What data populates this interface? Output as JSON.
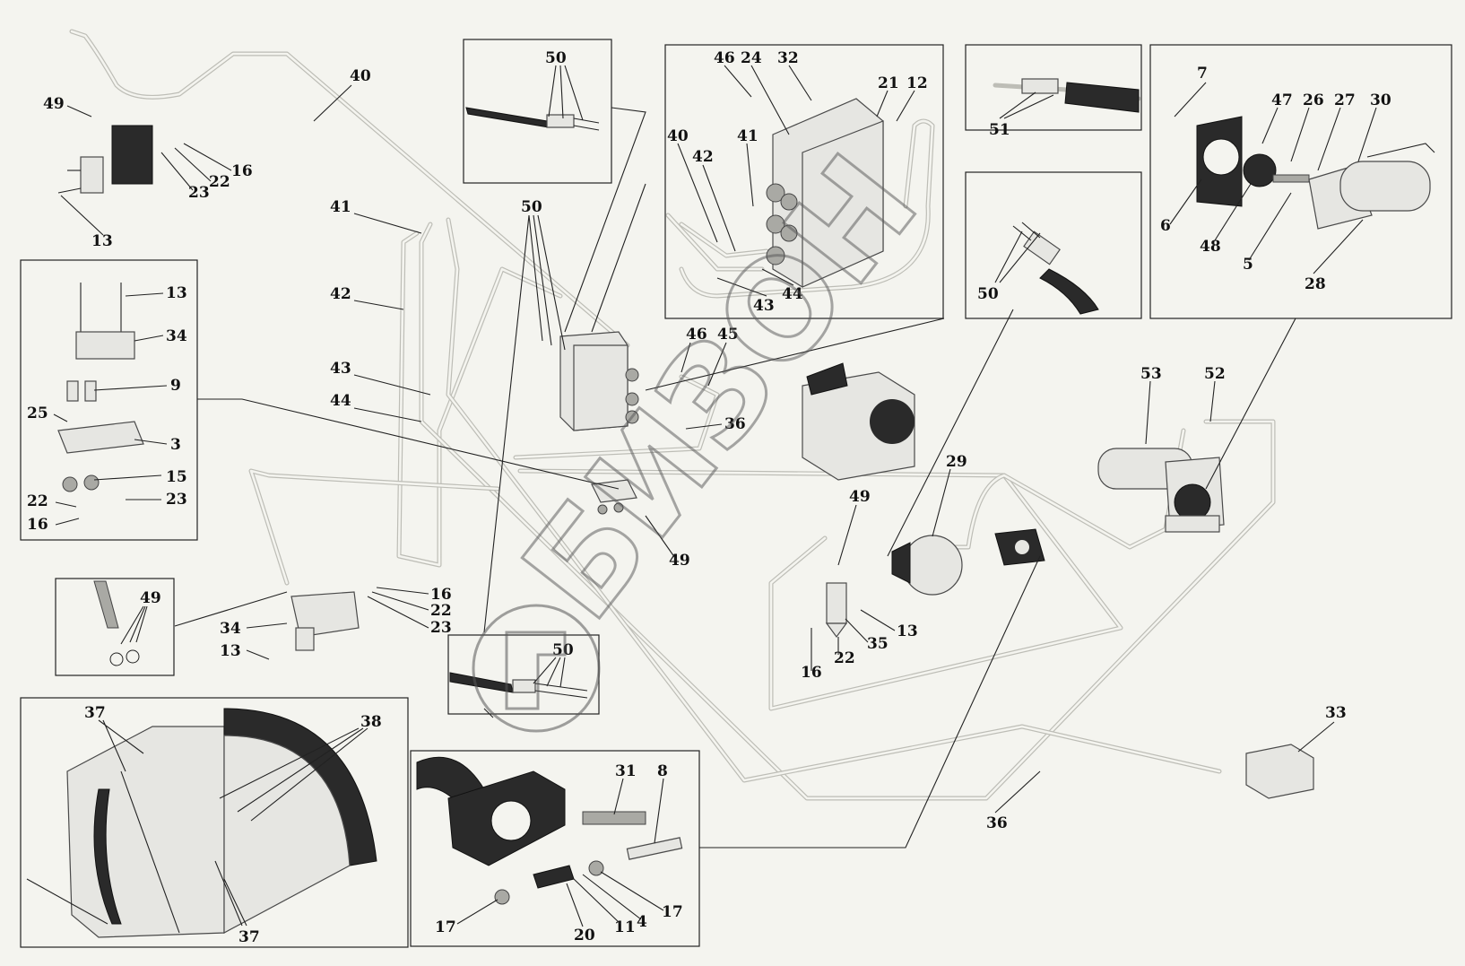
{
  "watermark": {
    "text": "БИЗОН"
  },
  "callouts": {
    "c3": "3",
    "c4": "4",
    "c5": "5",
    "c6": "6",
    "c7": "7",
    "c8": "8",
    "c9": "9",
    "c11": "11",
    "c12": "12",
    "c13": "13",
    "c15": "15",
    "c16": "16",
    "c17": "17",
    "c20": "20",
    "c21": "21",
    "c22": "22",
    "c23": "23",
    "c24": "24",
    "c25": "25",
    "c26": "26",
    "c27": "27",
    "c28": "28",
    "c29": "29",
    "c30": "30",
    "c31": "31",
    "c32": "32",
    "c33": "33",
    "c34": "34",
    "c35": "35",
    "c36": "36",
    "c37": "37",
    "c38": "38",
    "c40": "40",
    "c41": "41",
    "c42": "42",
    "c43": "43",
    "c44": "44",
    "c45": "45",
    "c46": "46",
    "c47": "47",
    "c48": "48",
    "c49": "49",
    "c50": "50",
    "c51": "51",
    "c52": "52",
    "c53": "53"
  }
}
